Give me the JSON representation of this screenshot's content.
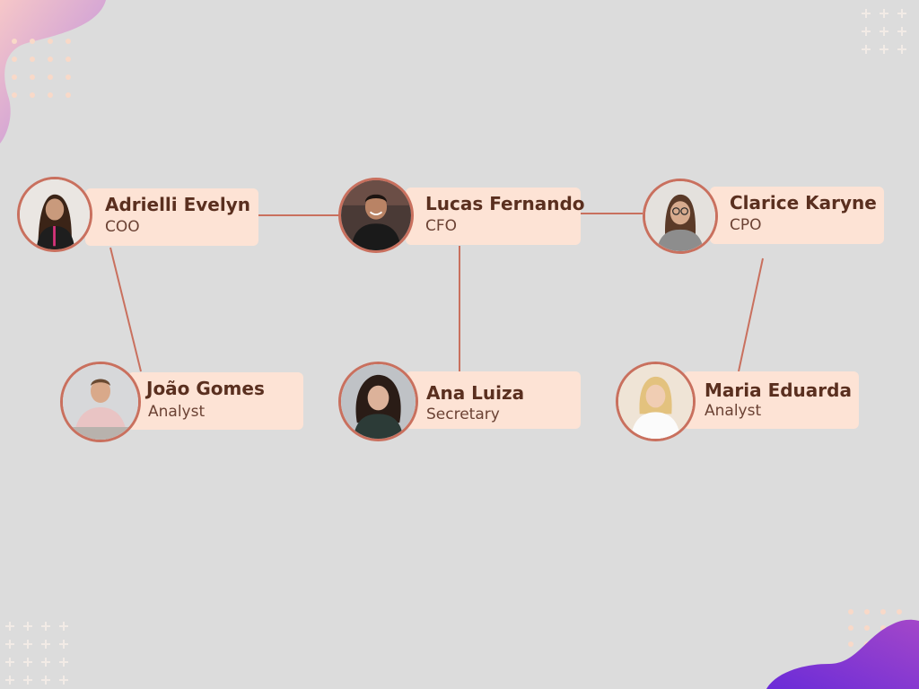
{
  "nodes": [
    {
      "id": "adrielli",
      "name": "Adrielli Evelyn",
      "role": "COO",
      "photo": "woman-with-long-dark-hair-photo"
    },
    {
      "id": "lucas",
      "name": "Lucas Fernando",
      "role": "CFO",
      "photo": "man-smiling-dark-shirt-photo"
    },
    {
      "id": "clarice",
      "name": "Clarice Karyne",
      "role": "CPO",
      "photo": "woman-with-glasses-photo"
    },
    {
      "id": "joao",
      "name": "João Gomes",
      "role": "Analyst",
      "photo": "man-pink-shirt-photo"
    },
    {
      "id": "ana",
      "name": "Ana Luiza",
      "role": "Secretary",
      "photo": "woman-curly-hair-photo"
    },
    {
      "id": "maria",
      "name": "Maria Eduarda",
      "role": "Analyst",
      "photo": "blonde-woman-white-shirt-photo"
    }
  ],
  "edges": [
    {
      "from": "adrielli",
      "to": "lucas"
    },
    {
      "from": "lucas",
      "to": "clarice"
    },
    {
      "from": "adrielli",
      "to": "joao"
    },
    {
      "from": "lucas",
      "to": "ana"
    },
    {
      "from": "clarice",
      "to": "maria"
    }
  ],
  "colors": {
    "background": "#dcdcdc",
    "card": "#fde3d5",
    "connector": "#c9705e",
    "name_text": "#5a2f1f",
    "accent_purple": "#8a3fd6",
    "accent_pink": "#f3b8c8"
  }
}
